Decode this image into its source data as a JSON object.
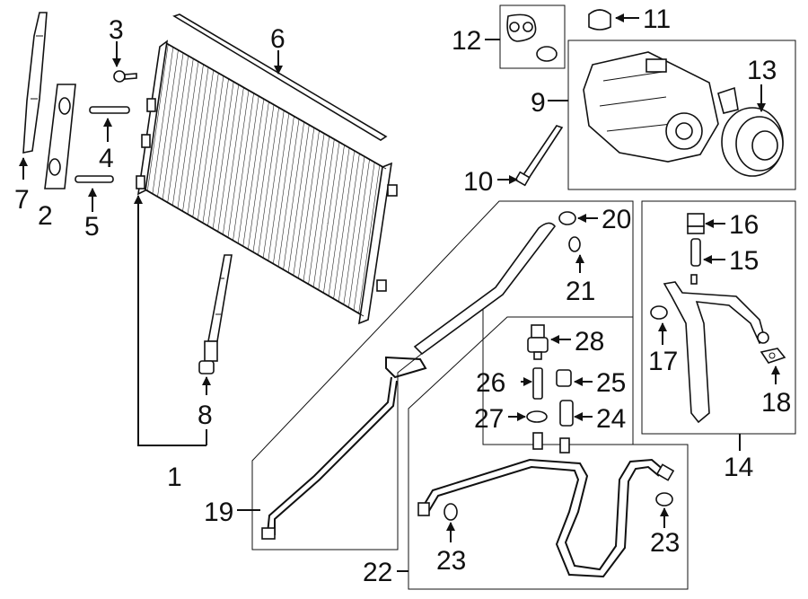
{
  "diagram": {
    "callouts": {
      "c1": "1",
      "c2": "2",
      "c3": "3",
      "c4": "4",
      "c5": "5",
      "c6": "6",
      "c7": "7",
      "c8": "8",
      "c9": "9",
      "c10": "10",
      "c11": "11",
      "c12": "12",
      "c13": "13",
      "c14": "14",
      "c15": "15",
      "c16": "16",
      "c17": "17",
      "c18": "18",
      "c19": "19",
      "c20": "20",
      "c21": "21",
      "c22": "22",
      "c23a": "23",
      "c23b": "23",
      "c24": "24",
      "c25": "25",
      "c26": "26",
      "c27": "27",
      "c28": "28"
    },
    "colors": {
      "line": "#111111",
      "background": "#ffffff"
    }
  }
}
